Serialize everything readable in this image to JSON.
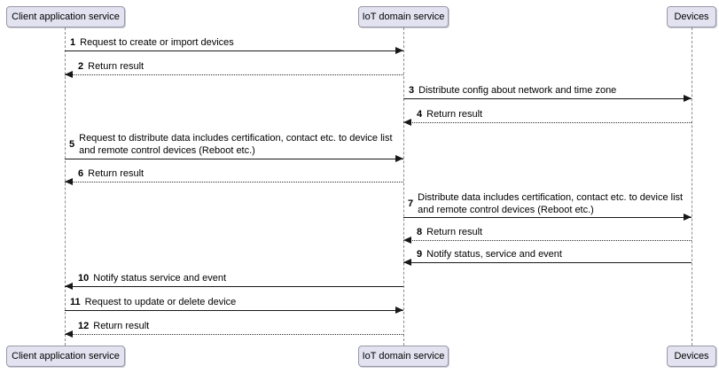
{
  "diagram_type": "uml-sequence",
  "colors": {
    "background": "#FFFFFF",
    "participant_fill": "#E2E2F0",
    "participant_border": "#9898A8",
    "message_line": "#181818",
    "lifeline": "#8B8B8B",
    "text": "#000000"
  },
  "participants": [
    {
      "label": "Client application service"
    },
    {
      "label": "IoT domain service"
    },
    {
      "label": "Devices"
    }
  ],
  "messages": [
    {
      "num": "1",
      "text": "Request to create or import devices",
      "from": "Client application service",
      "to": "IoT domain service",
      "line": "solid"
    },
    {
      "num": "2",
      "text": "Return result",
      "from": "IoT domain service",
      "to": "Client application service",
      "line": "dotted"
    },
    {
      "num": "3",
      "text": "Distribute config about network and time zone",
      "from": "IoT domain service",
      "to": "Devices",
      "line": "solid"
    },
    {
      "num": "4",
      "text": "Return result",
      "from": "Devices",
      "to": "IoT domain service",
      "line": "dotted"
    },
    {
      "num": "5",
      "text": "Request to distribute data includes certification, contact etc. to device list\nand remote control devices (Reboot etc.)",
      "from": "Client application service",
      "to": "IoT domain service",
      "line": "solid"
    },
    {
      "num": "6",
      "text": "Return result",
      "from": "IoT domain service",
      "to": "Client application service",
      "line": "dotted"
    },
    {
      "num": "7",
      "text": "Distribute data includes certification, contact etc. to device list\nand remote control devices (Reboot etc.)",
      "from": "IoT domain service",
      "to": "Devices",
      "line": "solid"
    },
    {
      "num": "8",
      "text": "Return result",
      "from": "Devices",
      "to": "IoT domain service",
      "line": "dotted"
    },
    {
      "num": "9",
      "text": "Notify status, service and event",
      "from": "Devices",
      "to": "IoT domain service",
      "line": "solid"
    },
    {
      "num": "10",
      "text": "Notify status service and event",
      "from": "IoT domain service",
      "to": "Client application service",
      "line": "solid"
    },
    {
      "num": "11",
      "text": "Request to update or delete device",
      "from": "Client application service",
      "to": "IoT domain service",
      "line": "solid"
    },
    {
      "num": "12",
      "text": "Return result",
      "from": "IoT domain service",
      "to": "Client application service",
      "line": "dotted"
    }
  ]
}
